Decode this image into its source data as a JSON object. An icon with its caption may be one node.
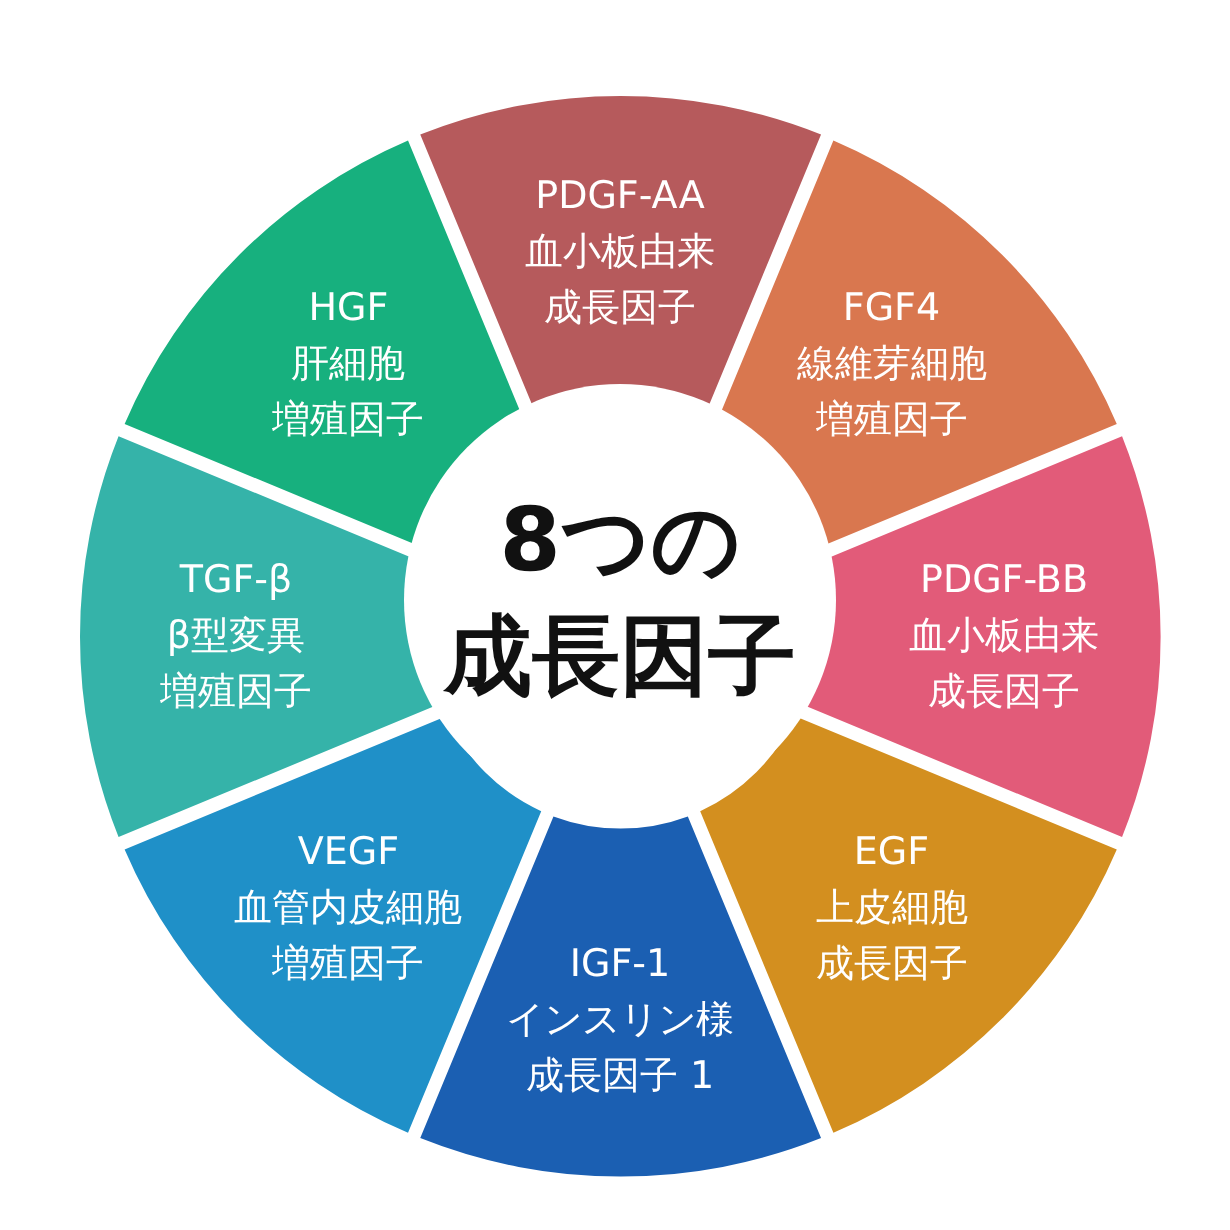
{
  "diagram": {
    "nodes": [
      {
        "text": [
          "8つの",
          "成長因子"
        ]
      },
      {
        "text": [
          "PDGF-AA",
          "血小板由来",
          "成長因子"
        ]
      },
      {
        "text": [
          "FGF4",
          "線維芽細胞",
          "増殖因子"
        ]
      },
      {
        "text": [
          "PDGF-BB",
          "血小板由来",
          "成長因子"
        ]
      },
      {
        "text": [
          "EGF",
          "上皮細胞",
          "成長因子"
        ]
      },
      {
        "text": [
          "IGF-1",
          "インスリン様",
          "成長因子 1"
        ]
      },
      {
        "text": [
          "VEGF",
          "血管内皮細胞",
          "増殖因子"
        ]
      },
      {
        "text": [
          "TGF-β",
          "β型変異",
          "増殖因子"
        ]
      },
      {
        "text": [
          "HGF",
          "肝細胞",
          "増殖因子"
        ]
      }
    ]
  }
}
